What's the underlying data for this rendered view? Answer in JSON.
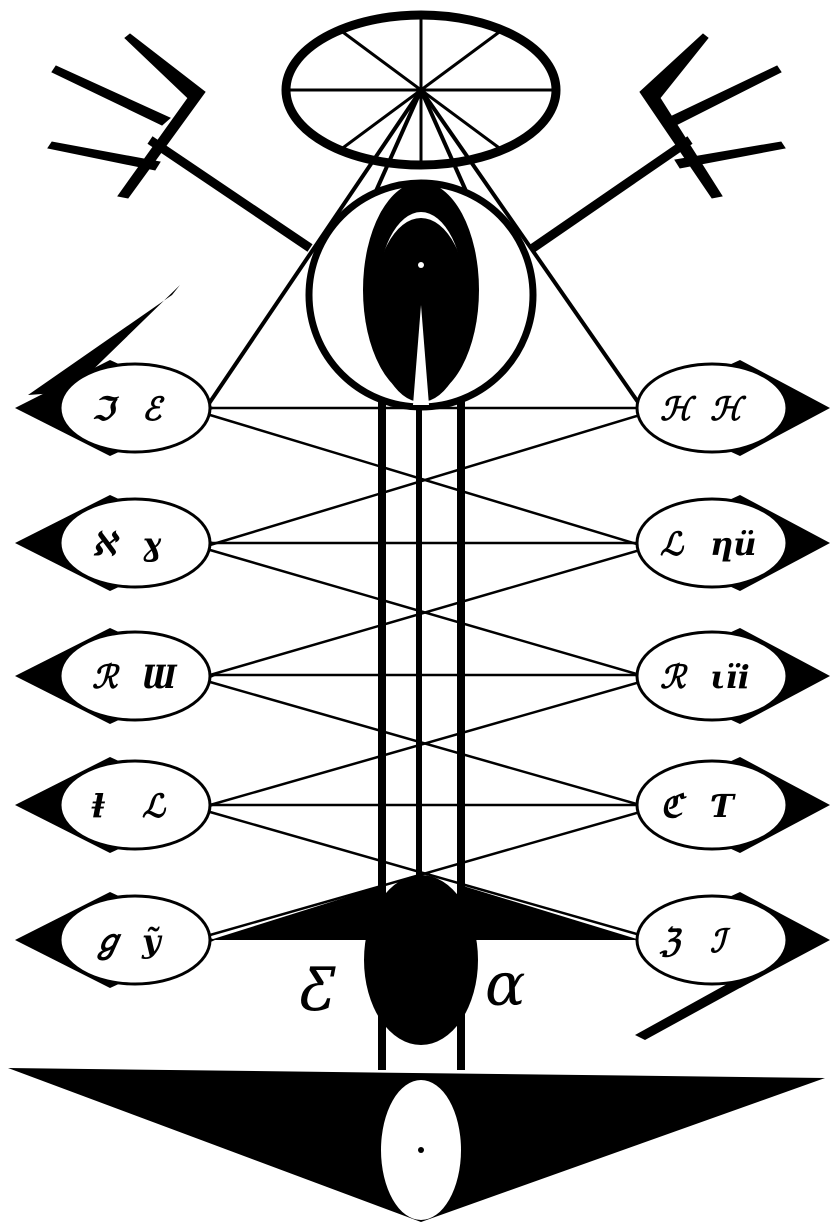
{
  "colors": {
    "ink": "#000000",
    "paper": "#ffffff"
  },
  "icons": {
    "top_wheel": "eight-spoked-wheel-icon",
    "left_trident": "trident-icon",
    "right_trident": "trident-icon",
    "central_eye": "eye-icon",
    "left_wing": "wing-blade-icon",
    "right_wing": "wing-blade-icon",
    "base_triangle": "inverted-triangle-icon",
    "base_eye": "eye-icon"
  },
  "diagram": {
    "left_eyes": [
      {
        "glyphs": [
          "ℑ",
          "ℰ"
        ]
      },
      {
        "glyphs": [
          "ℵ",
          "ɣ"
        ]
      },
      {
        "glyphs": [
          "ℛ",
          "Ɯ"
        ]
      },
      {
        "glyphs": [
          "ⱡ",
          "ℒ"
        ]
      },
      {
        "glyphs": [
          "ℊ",
          "ỹ"
        ]
      }
    ],
    "right_eyes": [
      {
        "glyphs": [
          "ℋ",
          "ℋ"
        ]
      },
      {
        "glyphs": [
          "ℒ",
          "ƞü"
        ]
      },
      {
        "glyphs": [
          "ℛ",
          "ιïi"
        ]
      },
      {
        "glyphs": [
          "ℭ",
          "Ƭ"
        ]
      },
      {
        "glyphs": [
          "ℨ",
          "ℐ"
        ]
      }
    ],
    "lower_left_glyph": "Ƹ",
    "lower_right_glyph": "ɑ"
  }
}
